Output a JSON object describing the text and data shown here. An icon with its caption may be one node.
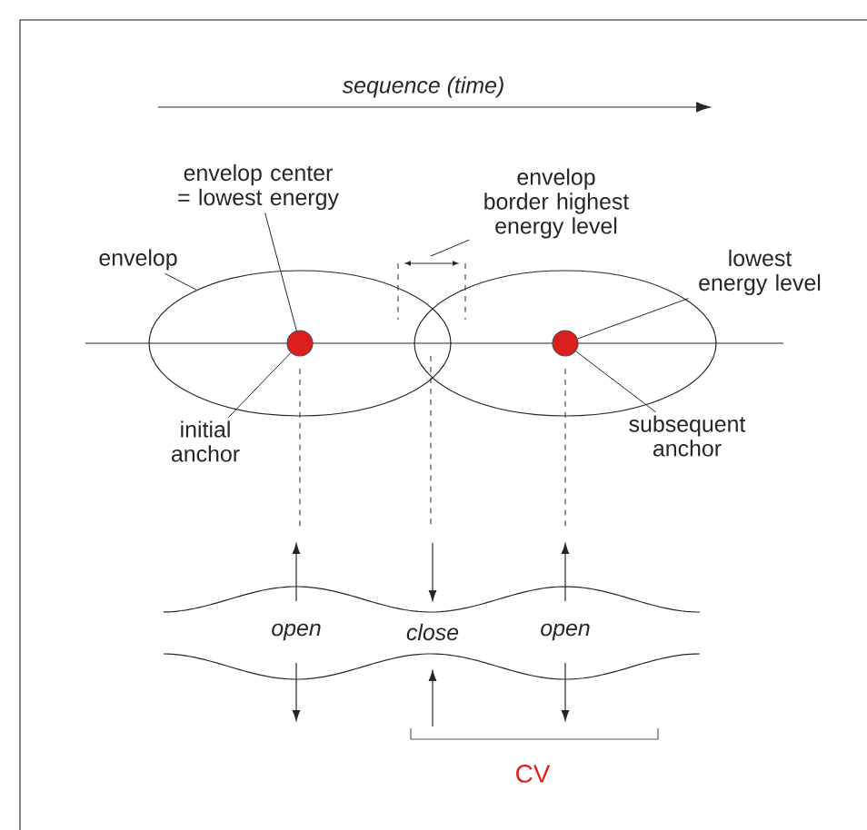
{
  "diagram": {
    "nodes": [
      {
        "text": [
          "envelop center = lowest energy"
        ]
      },
      {
        "text": [
          "envelop border highest energy level"
        ]
      },
      {
        "text": [
          "envelop"
        ]
      },
      {
        "text": [
          "lowest energy level"
        ]
      },
      {
        "text": [
          "initial anchor"
        ]
      },
      {
        "text": [
          "subsequent anchor"
        ]
      },
      {
        "text": [],
        "shape": "ellipse"
      },
      {
        "text": [],
        "shape": "ellipse"
      },
      {
        "text": [],
        "shape": "circle",
        "in": 6
      },
      {
        "text": [],
        "shape": "circle",
        "in": 7
      }
    ],
    "edges": [
      {
        "from": 0,
        "to": 8,
        "arrow": "none"
      },
      {
        "from": 1,
        "to": null,
        "arrow": "none"
      },
      {
        "from": 2,
        "to": 6,
        "arrow": "none"
      },
      {
        "from": 3,
        "to": 9,
        "arrow": "none"
      },
      {
        "from": 4,
        "to": 8,
        "arrow": "none"
      },
      {
        "from": 5,
        "to": 9,
        "arrow": "none"
      }
    ],
    "labels": [
      "sequence (time)",
      "open",
      "close",
      "open",
      "CV"
    ]
  }
}
